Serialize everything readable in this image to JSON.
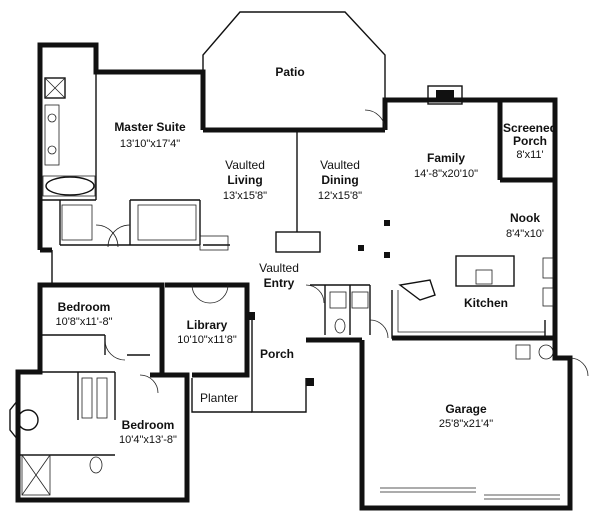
{
  "rooms": {
    "patio": {
      "name": "Patio"
    },
    "master_suite": {
      "name": "Master  Suite",
      "dims": "13'10\"x17'4\""
    },
    "living": {
      "qualifier": "Vaulted",
      "name": "Living",
      "dims": "13'x15'8\""
    },
    "dining": {
      "qualifier": "Vaulted",
      "name": "Dining",
      "dims": "12'x15'8\""
    },
    "family": {
      "name": "Family",
      "dims": "14'-8\"x20'10\""
    },
    "screened_porch": {
      "name_line1": "Screened",
      "name_line2": "Porch",
      "dims": "8'x11'"
    },
    "nook": {
      "name": "Nook",
      "dims": "8'4\"x10'"
    },
    "entry": {
      "qualifier": "Vaulted",
      "name": "Entry"
    },
    "kitchen": {
      "name": "Kitchen"
    },
    "bedroom_1": {
      "name": "Bedroom",
      "dims": "10'8\"x11'-8\""
    },
    "library": {
      "name": "Library",
      "dims": "10'10\"x11'8\""
    },
    "porch": {
      "name": "Porch"
    },
    "planter": {
      "name": "Planter"
    },
    "bedroom_2": {
      "name": "Bedroom",
      "dims": "10'4\"x13'-8\""
    },
    "garage": {
      "name": "Garage",
      "dims": "25'8\"x21'4\""
    }
  }
}
